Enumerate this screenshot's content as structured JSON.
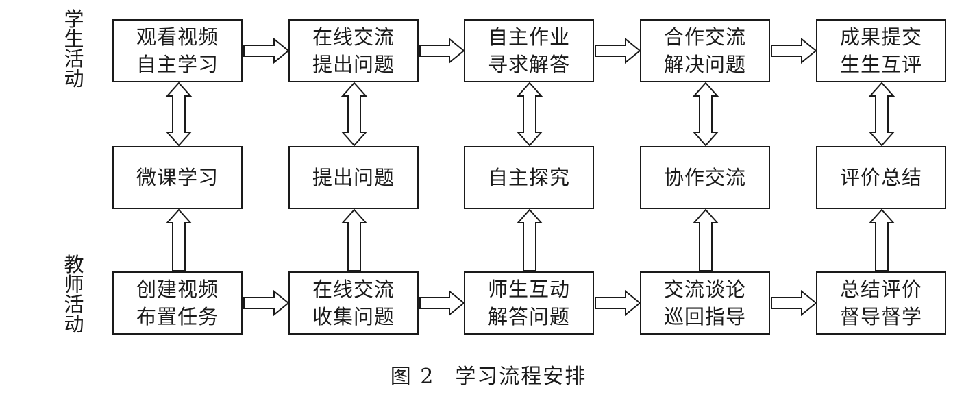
{
  "labels": {
    "student": [
      "学",
      "生",
      "活",
      "动"
    ],
    "teacher": [
      "教",
      "师",
      "活",
      "动"
    ]
  },
  "student_row": [
    [
      "观看视频",
      "自主学习"
    ],
    [
      "在线交流",
      "提出问题"
    ],
    [
      "自主作业",
      "寻求解答"
    ],
    [
      "合作交流",
      "解决问题"
    ],
    [
      "成果提交",
      "生生互评"
    ]
  ],
  "middle_row": [
    "微课学习",
    "提出问题",
    "自主探究",
    "协作交流",
    "评价总结"
  ],
  "teacher_row": [
    [
      "创建视频",
      "布置任务"
    ],
    [
      "在线交流",
      "收集问题"
    ],
    [
      "师生互动",
      "解答问题"
    ],
    [
      "交流谈论",
      "巡回指导"
    ],
    [
      "总结评价",
      "督导督学"
    ]
  ],
  "caption": {
    "number": "图 2",
    "title": "学习流程安排"
  }
}
